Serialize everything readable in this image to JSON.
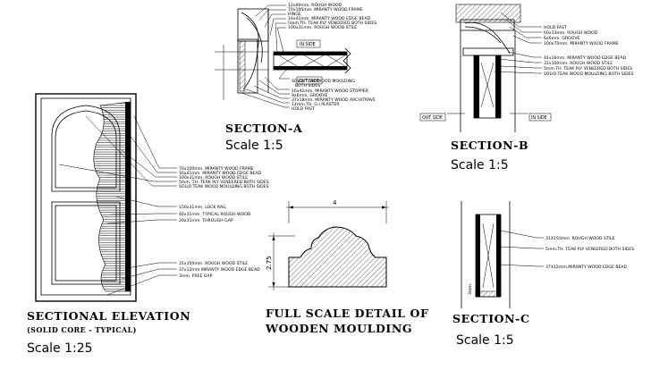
{
  "section_a": {
    "title": "SECTION-A",
    "scale": "Scale  1:5",
    "tag_inside": "IN SIDE",
    "tag_outside": "OUT SIDE",
    "notes_top": [
      "12x90mm. ROUGH WOOD",
      "70x100mm. MIRANTY WOOD FRAME",
      "HINGE",
      "16x41mm. MIRANTY WOOD EDGE BEAD",
      "5mm.TH. TEAK PLY VENEERED BOTH SIDES",
      "100x31mm. ROUGH WOOD STILE"
    ],
    "notes_bottom": [
      "SOLID TEAK WOOD MOULDING",
      "BOTH SIDES",
      "16x41mm. MIRANTY WOOD STOPPER",
      "9x6mm. GROOVE",
      "37x18mm. MIRANTY WOOD ARCHITRAVE",
      "12mm.TH. G.I.PLASTER",
      "HOLD FAST"
    ]
  },
  "section_b": {
    "title": "SECTION-B",
    "scale": "Scale  1:5",
    "tag_outside": "OUT SIDE",
    "tag_inside": "IN SIDE",
    "notes_top": [
      "HOLD FAST",
      "60x13mm. ROUGH WOOD",
      "6x6mm. GROOVE",
      "100x70mm. MIRANTY WOOD FRAME"
    ],
    "notes_mid": [
      "41x16mm. MIRANTY WOOD EDGE BEAD",
      "31x100mm. ROUGH WOOD STILE",
      "5mm.TH. TEAK PLY VENEERED BOTH SIDES",
      "SOLID TEAK WOOD MOULDING BOTH SIDES"
    ]
  },
  "section_c": {
    "title": "SECTION-C",
    "scale": "Scale  1:5",
    "notes": [
      "31X150mm. ROUGH WOOD STILE",
      "5mm.TH. TEAK PLY VENEERED BOTH SIDES",
      "37X12mm.MIRANTY WOOD EDGE BEAD"
    ],
    "side_label": "3mm."
  },
  "elevation": {
    "title": "SECTIONAL ELEVATION",
    "subtitle": "(SOLID CORE - TYPICAL)",
    "scale": "Scale  1:25",
    "notes": [
      "70x100mm. MIRANTY WOOD FRAME",
      "16x41mm. MIRANTY WOOD EDGE BEAD",
      "100x31mm. ROUGH WOOD STILE",
      "5mm. TH. TEAK PLY VENEERED BOTH SIDES",
      "SOLID TEAK WOOD MOULDING BOTH SIDES",
      "150x31mm. LOCK RAIL",
      "40x31mm. TYPICAL ROUGH WOOD",
      "20x31mm. THROUGH GAP",
      "31x150mm. ROUGH WOOD STILE",
      "37x12mm.MIRANTY WOOD EDGE BEAD",
      "3mm. FREE GAP"
    ]
  },
  "moulding": {
    "title_line1": "FULL SCALE DETAIL OF",
    "title_line2": "WOODEN MOULDING",
    "dim_width": "4",
    "dim_height": "2.75"
  }
}
